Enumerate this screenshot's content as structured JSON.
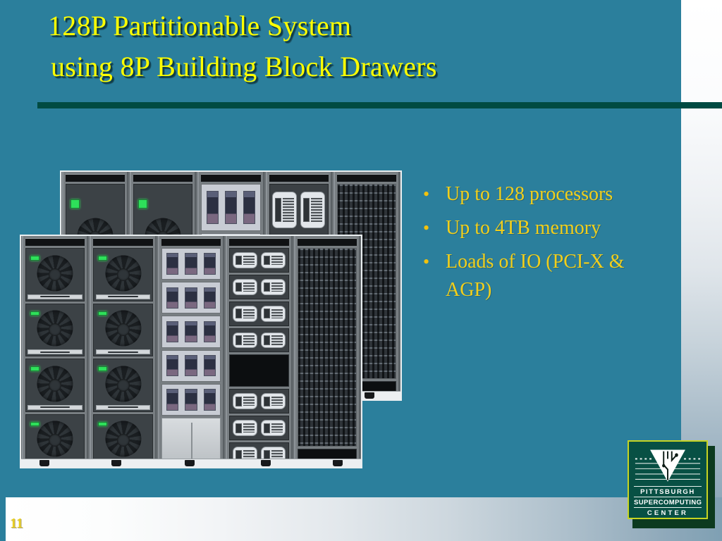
{
  "slide": {
    "background_color": "#2b7f9c",
    "rule_color": "#004b42",
    "accent_color": "#ffff00",
    "bullet_text_color": "#f2cf1b",
    "page_number": "11"
  },
  "title": {
    "line1": "128P Partitionable System",
    "line2": "using 8P Building Block Drawers"
  },
  "bullets": [
    {
      "marker": "•",
      "text": "Up to 128 processors"
    },
    {
      "marker": "•",
      "text": "Up to 4TB memory"
    },
    {
      "marker": "•",
      "text": "Loads of IO (PCI-X & AGP)"
    }
  ],
  "images": {
    "back_photo": {
      "alt": "Rear view of partitionable server racks with cooling fans and card cages"
    },
    "front_photo": {
      "alt": "Front view of 8P building block drawer racks with fan modules and disk shelves"
    }
  },
  "logo": {
    "line1": "PITTSBURGH",
    "line2": "SUPERCOMPUTING",
    "line3": "CENTER",
    "border_color": "#c7d422",
    "background_color": "#085044"
  }
}
